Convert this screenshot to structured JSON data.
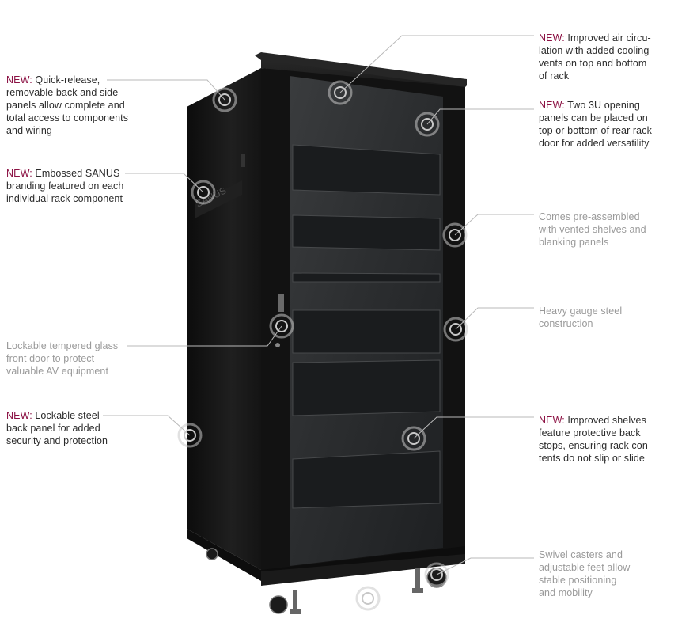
{
  "image": {
    "subject": "rack-cabinet",
    "colors": {
      "new_accent": "#8c1244",
      "text_dark": "#2b2b2b",
      "text_light": "#9a9a9a",
      "leader_line": "#b9b9b9",
      "cabinet_body": "#151515",
      "glass": "#2f3133"
    }
  },
  "callouts": [
    {
      "new": "NEW:",
      "text": " Quick-release,\nremovable back and side\npanels allow complete and\ntotal access to components\nand wiring"
    },
    {
      "new": "NEW:",
      "text": " Embossed SANUS\nbranding featured on each\nindividual rack component"
    },
    {
      "new": "",
      "text": "Lockable tempered glass\nfront door to protect\nvaluable AV equipment"
    },
    {
      "new": "NEW:",
      "text": " Lockable steel\nback panel for added\nsecurity and protection"
    },
    {
      "new": "NEW:",
      "text": " Improved air circu-\nlation with added cooling\nvents on top and bottom\nof rack"
    },
    {
      "new": "NEW:",
      "text": " Two 3U opening\npanels can be placed on\ntop or bottom of rear rack\ndoor for added versatility"
    },
    {
      "new": "",
      "text": "Comes pre-assembled\nwith vented shelves and\nblanking panels"
    },
    {
      "new": "",
      "text": "Heavy gauge steel\nconstruction"
    },
    {
      "new": "NEW:",
      "text": " Improved shelves\nfeature protective back\nstops, ensuring rack con-\ntents do not slip or slide"
    },
    {
      "new": "",
      "text": "Swivel casters and\nadjustable feet allow\nstable positioning\nand mobility"
    }
  ]
}
